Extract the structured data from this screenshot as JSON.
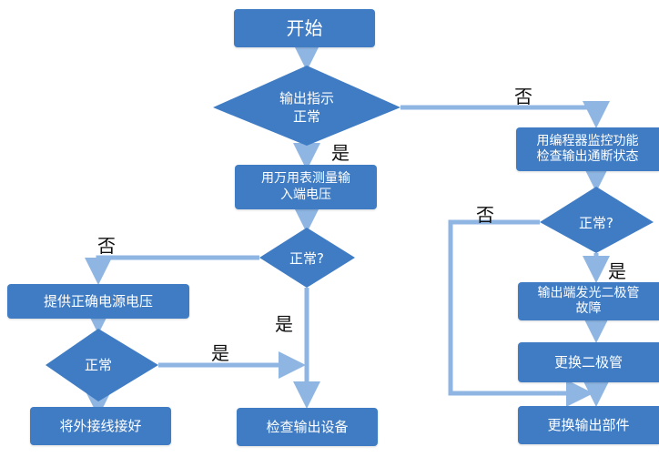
{
  "colors": {
    "node_fill": "#3f7cc4",
    "connector": "#8fb6e3",
    "text_on_node": "#ffffff",
    "edge_label": "#111111"
  },
  "nodes": {
    "start": "开始",
    "output_ok": [
      "输出指示",
      "正常"
    ],
    "measure_input": [
      "用万用表测量输",
      "入端电压"
    ],
    "input_ok": "正常?",
    "provide_voltage": "提供正确电源电压",
    "normal_after_power": "正常",
    "reconnect_wiring": "将外接线接好",
    "check_output_device": "检查输出设备",
    "monitor_programmer": [
      "用编程器监控功能",
      "检查输出通断状态"
    ],
    "monitor_ok": "正常?",
    "led_fault": [
      "输出端发光二极管",
      "故障"
    ],
    "replace_led": "更换二极管",
    "replace_output_part": "更换输出部件"
  },
  "edge_labels": {
    "no_1": "否",
    "yes_1": "是",
    "no_2": "否",
    "yes_2": "是",
    "yes_3": "是",
    "no_3": "否",
    "yes_4": "是"
  }
}
